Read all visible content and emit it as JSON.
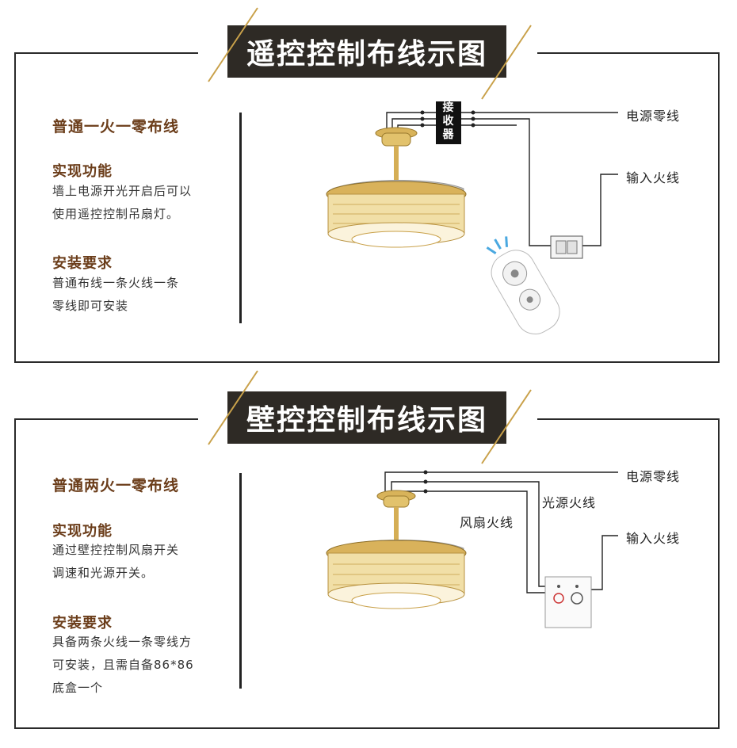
{
  "remote_section": {
    "banner": "遥控控制布线示图",
    "heading": "普通一火一零布线",
    "function_title": "实现功能",
    "function_lines": [
      "墙上电源开光开启后可以",
      "使用遥控控制吊扇灯。"
    ],
    "install_title": "安装要求",
    "install_lines": [
      "普通布线一条火线一条",
      "零线即可安装"
    ],
    "receiver_label": "接收器",
    "neutral_label": "电源零线",
    "live_label": "输入火线"
  },
  "wall_section": {
    "banner": "壁控控制布线示图",
    "heading": "普通两火一零布线",
    "function_title": "实现功能",
    "function_lines": [
      "通过壁控控制风扇开关",
      "调速和光源开关。"
    ],
    "install_title": "安装要求",
    "install_lines": [
      "具备两条火线一条零线方",
      "可安装，且需自备86*86",
      "底盒一个"
    ],
    "neutral_label": "电源零线",
    "light_live_label": "光源火线",
    "fan_live_label": "风扇火线",
    "live_label": "输入火线"
  },
  "colors": {
    "heading": "#6b3d1a",
    "banner_bg": "#2e2a25",
    "gold": "#c9a14a",
    "line": "#222222"
  }
}
